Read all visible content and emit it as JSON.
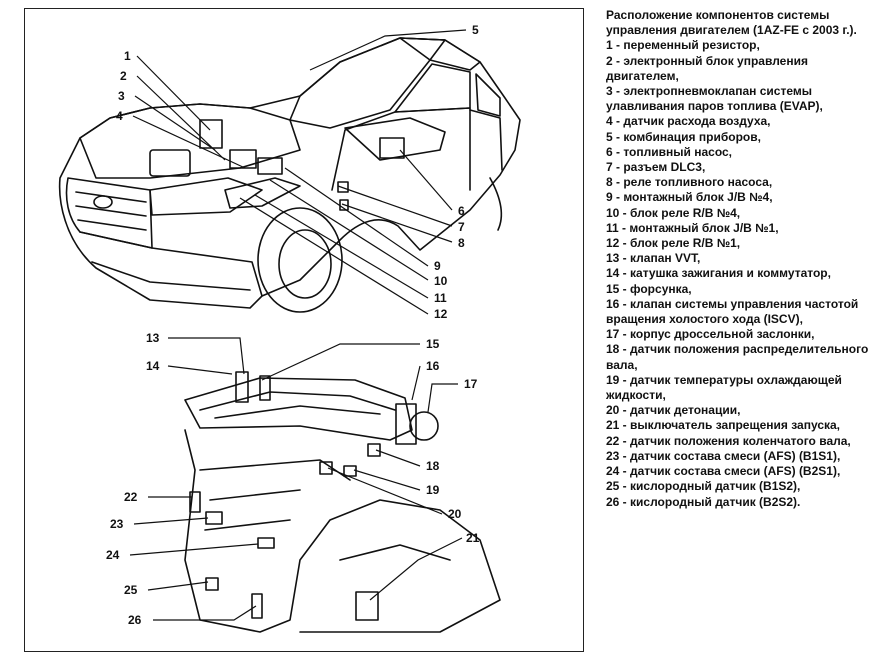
{
  "title": "Расположение компонентов системы управления двигателем (1AZ-FE с 2003 г.).",
  "legend": [
    {
      "n": "1",
      "text": "1 - переменный резистор,"
    },
    {
      "n": "2",
      "text": "2 - электронный блок управления двигателем,"
    },
    {
      "n": "3",
      "text": "3 - электропневмоклапан системы улавливания паров топлива (EVAP),"
    },
    {
      "n": "4",
      "text": "4 - датчик расхода воздуха,"
    },
    {
      "n": "5",
      "text": "5 - комбинация приборов,"
    },
    {
      "n": "6",
      "text": "6 - топливный насос,"
    },
    {
      "n": "7",
      "text": "7 - разъем DLC3,"
    },
    {
      "n": "8",
      "text": "8 - реле топливного насоса,"
    },
    {
      "n": "9",
      "text": "9 - монтажный блок J/B №4,"
    },
    {
      "n": "10",
      "text": "10 - блок реле R/B №4,"
    },
    {
      "n": "11",
      "text": "11 - монтажный блок J/B №1,"
    },
    {
      "n": "12",
      "text": "12 - блок реле R/B №1,"
    },
    {
      "n": "13",
      "text": "13 - клапан VVT,"
    },
    {
      "n": "14",
      "text": "14 - катушка зажигания и коммутатор,"
    },
    {
      "n": "15",
      "text": "15 - форсунка,"
    },
    {
      "n": "16",
      "text": "16 - клапан системы управления частотой вращения холостого хода (ISCV),"
    },
    {
      "n": "17",
      "text": "17 - корпус дроссельной заслонки,"
    },
    {
      "n": "18",
      "text": "18 - датчик положения распределительного вала,"
    },
    {
      "n": "19",
      "text": "19 - датчик температуры охлаждающей жидкости,"
    },
    {
      "n": "20",
      "text": "20 - датчик детонации,"
    },
    {
      "n": "21",
      "text": "21 - выключатель запрещения запуска,"
    },
    {
      "n": "22",
      "text": "22 - датчик положения коленчатого вала,"
    },
    {
      "n": "23",
      "text": "23 - датчик состава смеси (AFS) (B1S1),"
    },
    {
      "n": "24",
      "text": "24 - датчик состава смеси (AFS) (B2S1),"
    },
    {
      "n": "25",
      "text": "25 - кислородный датчик (B1S2),"
    },
    {
      "n": "26",
      "text": "26 - кислородный датчик (B2S2)."
    }
  ],
  "callouts": [
    "1",
    "2",
    "3",
    "4",
    "5",
    "6",
    "7",
    "8",
    "9",
    "10",
    "11",
    "12",
    "13",
    "14",
    "15",
    "16",
    "17",
    "18",
    "19",
    "20",
    "21",
    "22",
    "23",
    "24",
    "25",
    "26"
  ]
}
